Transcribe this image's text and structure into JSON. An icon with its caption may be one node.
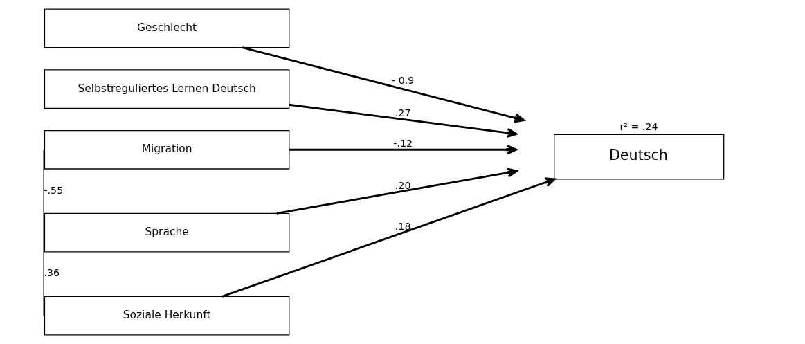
{
  "diagram": {
    "nodes": [
      {
        "text": [
          "Geschlecht"
        ]
      },
      {
        "text": [
          "Selbstreguliertes Lernen Deutsch"
        ]
      },
      {
        "text": [
          "Migration"
        ]
      },
      {
        "text": [
          "Sprache"
        ]
      },
      {
        "text": [
          "Soziale Herkunft"
        ]
      },
      {
        "text": [
          "Deutsch"
        ],
        "beside": [
          "r² = .24"
        ]
      }
    ],
    "edges": [
      {
        "from": 0,
        "to": 5,
        "arrow": "to",
        "label": "- 0.9"
      },
      {
        "from": 1,
        "to": 5,
        "arrow": "to",
        "label": ".27"
      },
      {
        "from": 2,
        "to": 5,
        "arrow": "to",
        "label": "-.12"
      },
      {
        "from": 3,
        "to": 5,
        "arrow": "to",
        "label": ".20"
      },
      {
        "from": 4,
        "to": 5,
        "arrow": "to",
        "label": ".18"
      },
      {
        "from": 2,
        "to": 3,
        "arrow": "none",
        "label": "-.55"
      },
      {
        "from": 3,
        "to": 4,
        "arrow": "none",
        "label": ".36"
      }
    ]
  }
}
